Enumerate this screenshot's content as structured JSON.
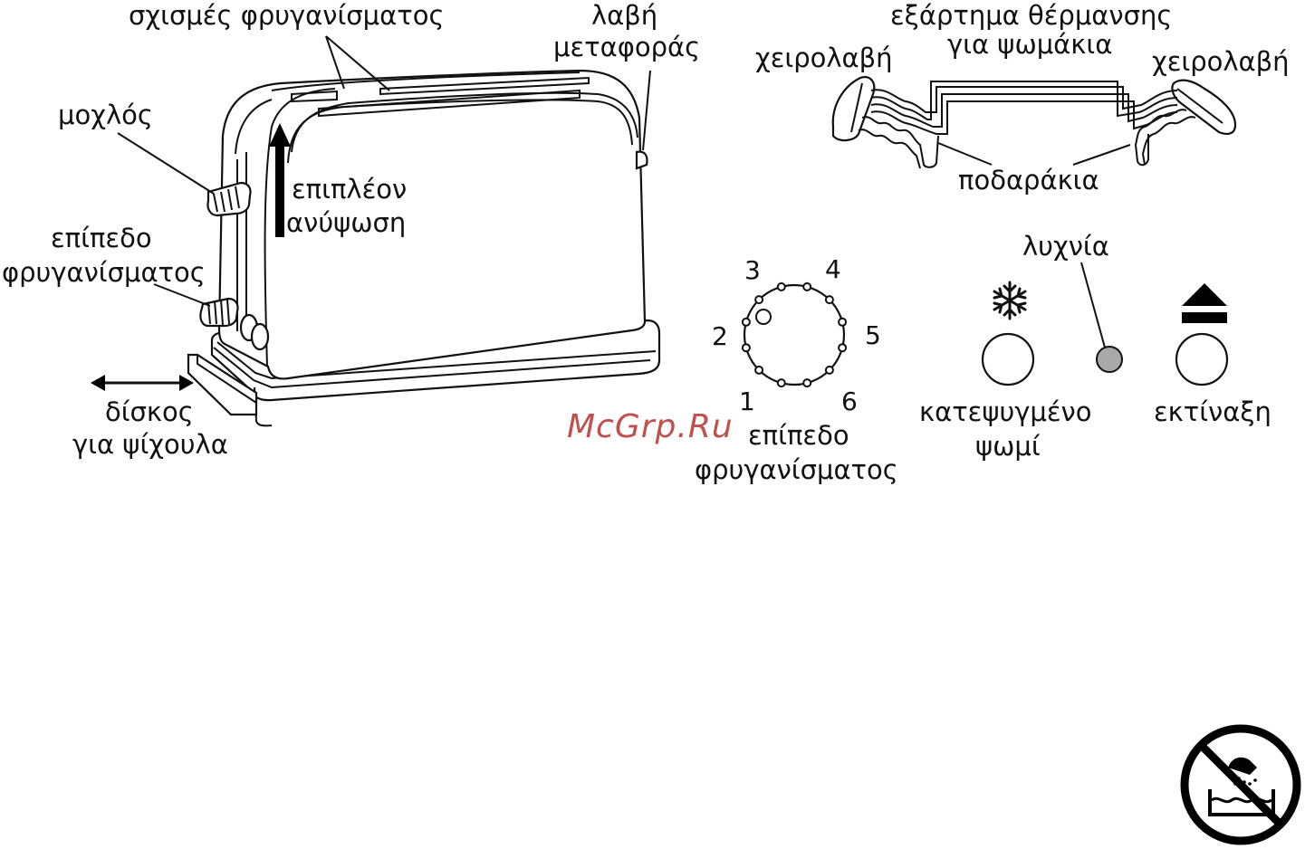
{
  "labels": {
    "slots": "σχισμές φρυγανίσματος",
    "carry_handle_1": "λαβή",
    "carry_handle_2": "μεταφοράς",
    "rack_title_1": "εξάρτημα θέρμανσης",
    "rack_title_2": "για ψωμάκια",
    "handle_left": "χειρολαβή",
    "handle_right": "χειρολαβή",
    "legs": "ποδαράκια",
    "lever": "μοχλός",
    "extra_lift_1": "επιπλέον",
    "extra_lift_2": "ανύψωση",
    "browning_1": "επίπεδο",
    "browning_2": "φρυγανίσματος",
    "crumb_tray_1": "δίσκος",
    "crumb_tray_2": "για ψίχουλα",
    "lamp": "λυχνία",
    "frozen_1": "κατεψυγμένο",
    "frozen_2": "ψωμί",
    "eject": "εκτίναξη",
    "dial_caption_1": "επίπεδο",
    "dial_caption_2": "φρυγανίσματος"
  },
  "dial": {
    "numbers": [
      "1",
      "2",
      "3",
      "4",
      "5",
      "6"
    ]
  },
  "watermark": "McGrp.Ru",
  "icons": {
    "frozen": "snowflake-icon",
    "eject": "eject-icon",
    "no_immerse": "no-water-immersion-icon"
  },
  "colors": {
    "line": "#111111",
    "lamp": "#a9a9a9",
    "watermark": "#c0504d"
  }
}
